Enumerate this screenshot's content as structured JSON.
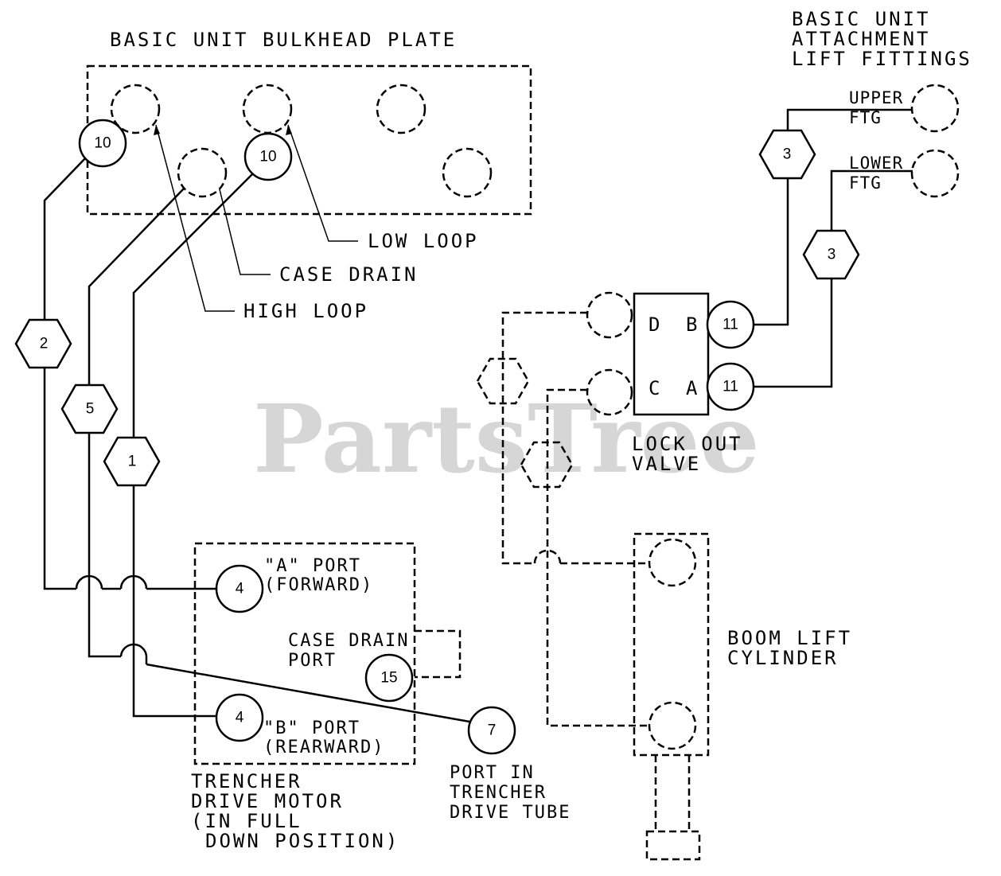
{
  "watermark": "PartsTree",
  "labels": {
    "bulkhead_title": "BASIC UNIT BULKHEAD PLATE",
    "attach_title_1": "BASIC UNIT",
    "attach_title_2": "ATTACHMENT",
    "attach_title_3": "LIFT FITTINGS",
    "upper_1": "UPPER",
    "upper_2": "FTG",
    "lower_1": "LOWER",
    "lower_2": "FTG",
    "low_loop": "LOW LOOP",
    "case_drain": "CASE DRAIN",
    "high_loop": "HIGH LOOP",
    "lockout_1": "LOCK OUT",
    "lockout_2": "VALVE",
    "port_d": "D",
    "port_b": "B",
    "port_c": "C",
    "port_a": "A",
    "a_port_1": "\"A\" PORT",
    "a_port_2": "(FORWARD)",
    "case_drain_port_1": "CASE DRAIN",
    "case_drain_port_2": "PORT",
    "b_port_1": "\"B\" PORT",
    "b_port_2": "(REARWARD)",
    "motor_1": "TRENCHER",
    "motor_2": "DRIVE MOTOR",
    "motor_3": "(IN FULL",
    "motor_4": "DOWN POSITION)",
    "tube_1": "PORT IN",
    "tube_2": "TRENCHER",
    "tube_3": "DRIVE TUBE",
    "boom_1": "BOOM LIFT",
    "boom_2": "CYLINDER"
  },
  "callouts": {
    "c10a": "10",
    "c10b": "10",
    "c3a": "3",
    "c3b": "3",
    "c2": "2",
    "c5": "5",
    "c1": "1",
    "c11a": "11",
    "c11b": "11",
    "c4a": "4",
    "c4b": "4",
    "c15": "15",
    "c7": "7"
  }
}
